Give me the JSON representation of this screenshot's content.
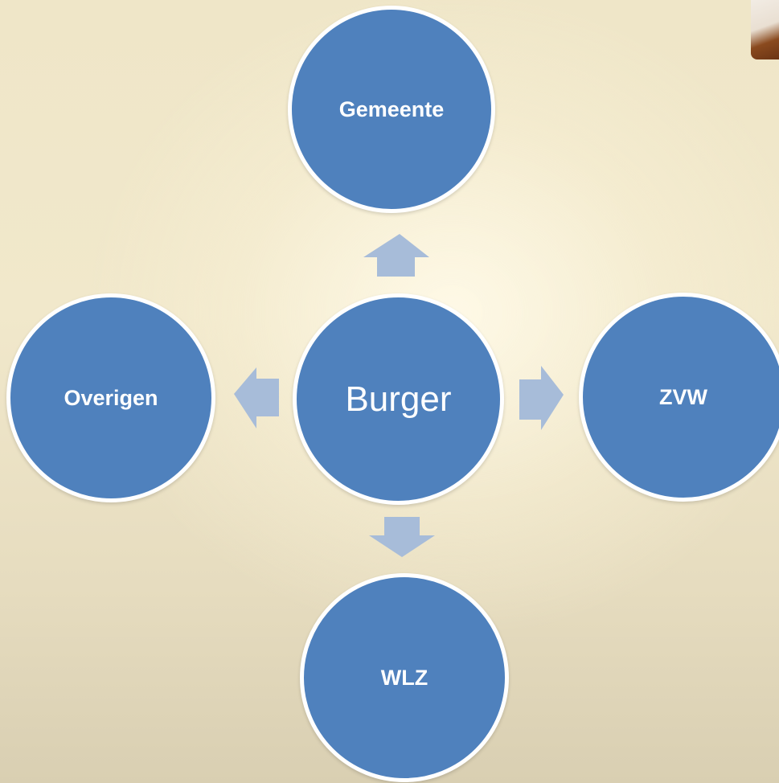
{
  "diagram": {
    "center": {
      "label": "Burger"
    },
    "nodes": [
      {
        "id": "top",
        "label": "Gemeente"
      },
      {
        "id": "right",
        "label": "ZVW"
      },
      {
        "id": "bottom",
        "label": "WLZ"
      },
      {
        "id": "left",
        "label": "Overigen"
      }
    ],
    "arrows": [
      {
        "from": "Burger",
        "to": "Gemeente"
      },
      {
        "from": "Burger",
        "to": "ZVW"
      },
      {
        "from": "Burger",
        "to": "WLZ"
      },
      {
        "from": "Burger",
        "to": "Overigen"
      }
    ]
  },
  "colors": {
    "circle_fill": "#4f81bd",
    "circle_border": "#ffffff",
    "arrow_fill": "#a7bcd9",
    "label_text": "#ffffff",
    "background": "#efe6c8"
  }
}
